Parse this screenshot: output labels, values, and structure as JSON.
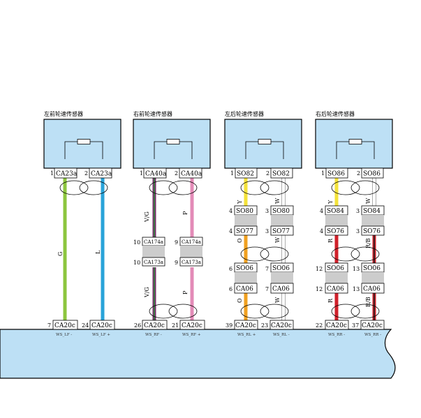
{
  "sensors": [
    {
      "title": "左前轮速传感器",
      "pins": [
        {
          "pin": "1",
          "conn": "CA23a"
        },
        {
          "pin": "2",
          "conn": "CA23a"
        }
      ],
      "wires": [
        {
          "code": "G",
          "colors": [
            "#8dc63f"
          ]
        },
        {
          "code": "L",
          "colors": [
            "#29a3d9"
          ]
        }
      ],
      "bottom": [
        {
          "pin": "7",
          "conn": "CA20c",
          "signal": "WS_LF -"
        },
        {
          "pin": "24",
          "conn": "CA20c",
          "signal": "WS_LF +"
        }
      ]
    },
    {
      "title": "右前轮速传感器",
      "pins": [
        {
          "pin": "1",
          "conn": "CA40a"
        },
        {
          "pin": "2",
          "conn": "CA40a"
        }
      ],
      "wires": [
        {
          "code": "V/G",
          "colors": [
            "#7b2d6e",
            "#2d8a3a"
          ]
        },
        {
          "code": "P",
          "colors": [
            "#e38bb7"
          ]
        }
      ],
      "inline": [
        [
          {
            "pin": "10",
            "conn": "CA174a"
          },
          {
            "pin": "9",
            "conn": "CA174a"
          }
        ],
        [
          {
            "pin": "10",
            "conn": "CA173a"
          },
          {
            "pin": "9",
            "conn": "CA173a"
          }
        ]
      ],
      "bottom": [
        {
          "pin": "26",
          "conn": "CA20c",
          "signal": "WS_RF -"
        },
        {
          "pin": "21",
          "conn": "CA20c",
          "signal": "WS_RF +"
        }
      ]
    },
    {
      "title": "左后轮速传感器",
      "pins": [
        {
          "pin": "1",
          "conn": "SO82"
        },
        {
          "pin": "2",
          "conn": "SO82"
        }
      ],
      "wires_upper": [
        {
          "code": "Y",
          "colors": [
            "#f3e23a"
          ]
        },
        {
          "code": "W",
          "colors": [
            "#ffffff"
          ]
        }
      ],
      "wires_mid": [
        {
          "code": "O",
          "colors": [
            "#f0a020"
          ]
        },
        {
          "code": "W",
          "colors": [
            "#ffffff"
          ]
        }
      ],
      "wires_lower": [
        {
          "code": "O",
          "colors": [
            "#f0a020"
          ]
        },
        {
          "code": "W",
          "colors": [
            "#ffffff"
          ]
        }
      ],
      "inline": [
        [
          {
            "pin": "4",
            "conn": "SO80"
          },
          {
            "pin": "3",
            "conn": "SO80"
          }
        ],
        [
          {
            "pin": "4",
            "conn": "SO77"
          },
          {
            "pin": "3",
            "conn": "SO77"
          }
        ],
        [
          {
            "pin": "6",
            "conn": "SO06"
          },
          {
            "pin": "7",
            "conn": "SO06"
          }
        ],
        [
          {
            "pin": "6",
            "conn": "CA06"
          },
          {
            "pin": "7",
            "conn": "CA06"
          }
        ]
      ],
      "bottom": [
        {
          "pin": "39",
          "conn": "CA20c",
          "signal": "WS_RL +"
        },
        {
          "pin": "23",
          "conn": "CA20c",
          "signal": "WS_RL -"
        }
      ]
    },
    {
      "title": "右后轮速传感器",
      "pins": [
        {
          "pin": "1",
          "conn": "SO86"
        },
        {
          "pin": "2",
          "conn": "SO86"
        }
      ],
      "wires_upper": [
        {
          "code": "Y",
          "colors": [
            "#f3e23a"
          ]
        },
        {
          "code": "W",
          "colors": [
            "#ffffff"
          ]
        }
      ],
      "wires_mid": [
        {
          "code": "R",
          "colors": [
            "#d0202a"
          ]
        },
        {
          "code": "R/B",
          "colors": [
            "#d0202a",
            "#222222"
          ]
        }
      ],
      "wires_lower": [
        {
          "code": "R",
          "colors": [
            "#d0202a"
          ]
        },
        {
          "code": "R/B",
          "colors": [
            "#d0202a",
            "#222222"
          ]
        }
      ],
      "inline": [
        [
          {
            "pin": "4",
            "conn": "SO84"
          },
          {
            "pin": "3",
            "conn": "SO84"
          }
        ],
        [
          {
            "pin": "4",
            "conn": "SO76"
          },
          {
            "pin": "3",
            "conn": "SO76"
          }
        ],
        [
          {
            "pin": "12",
            "conn": "SO06"
          },
          {
            "pin": "13",
            "conn": "SO06"
          }
        ],
        [
          {
            "pin": "12",
            "conn": "CA06"
          },
          {
            "pin": "13",
            "conn": "CA06"
          }
        ]
      ],
      "bottom": [
        {
          "pin": "22",
          "conn": "CA20c",
          "signal": "WS_RR -"
        },
        {
          "pin": "37",
          "conn": "CA20c",
          "signal": "WS_RR -"
        }
      ]
    }
  ],
  "colors": {
    "box_fill": "#bde0f5",
    "connector_fill": "#ffffff",
    "inline_bar": "#cccccc"
  }
}
